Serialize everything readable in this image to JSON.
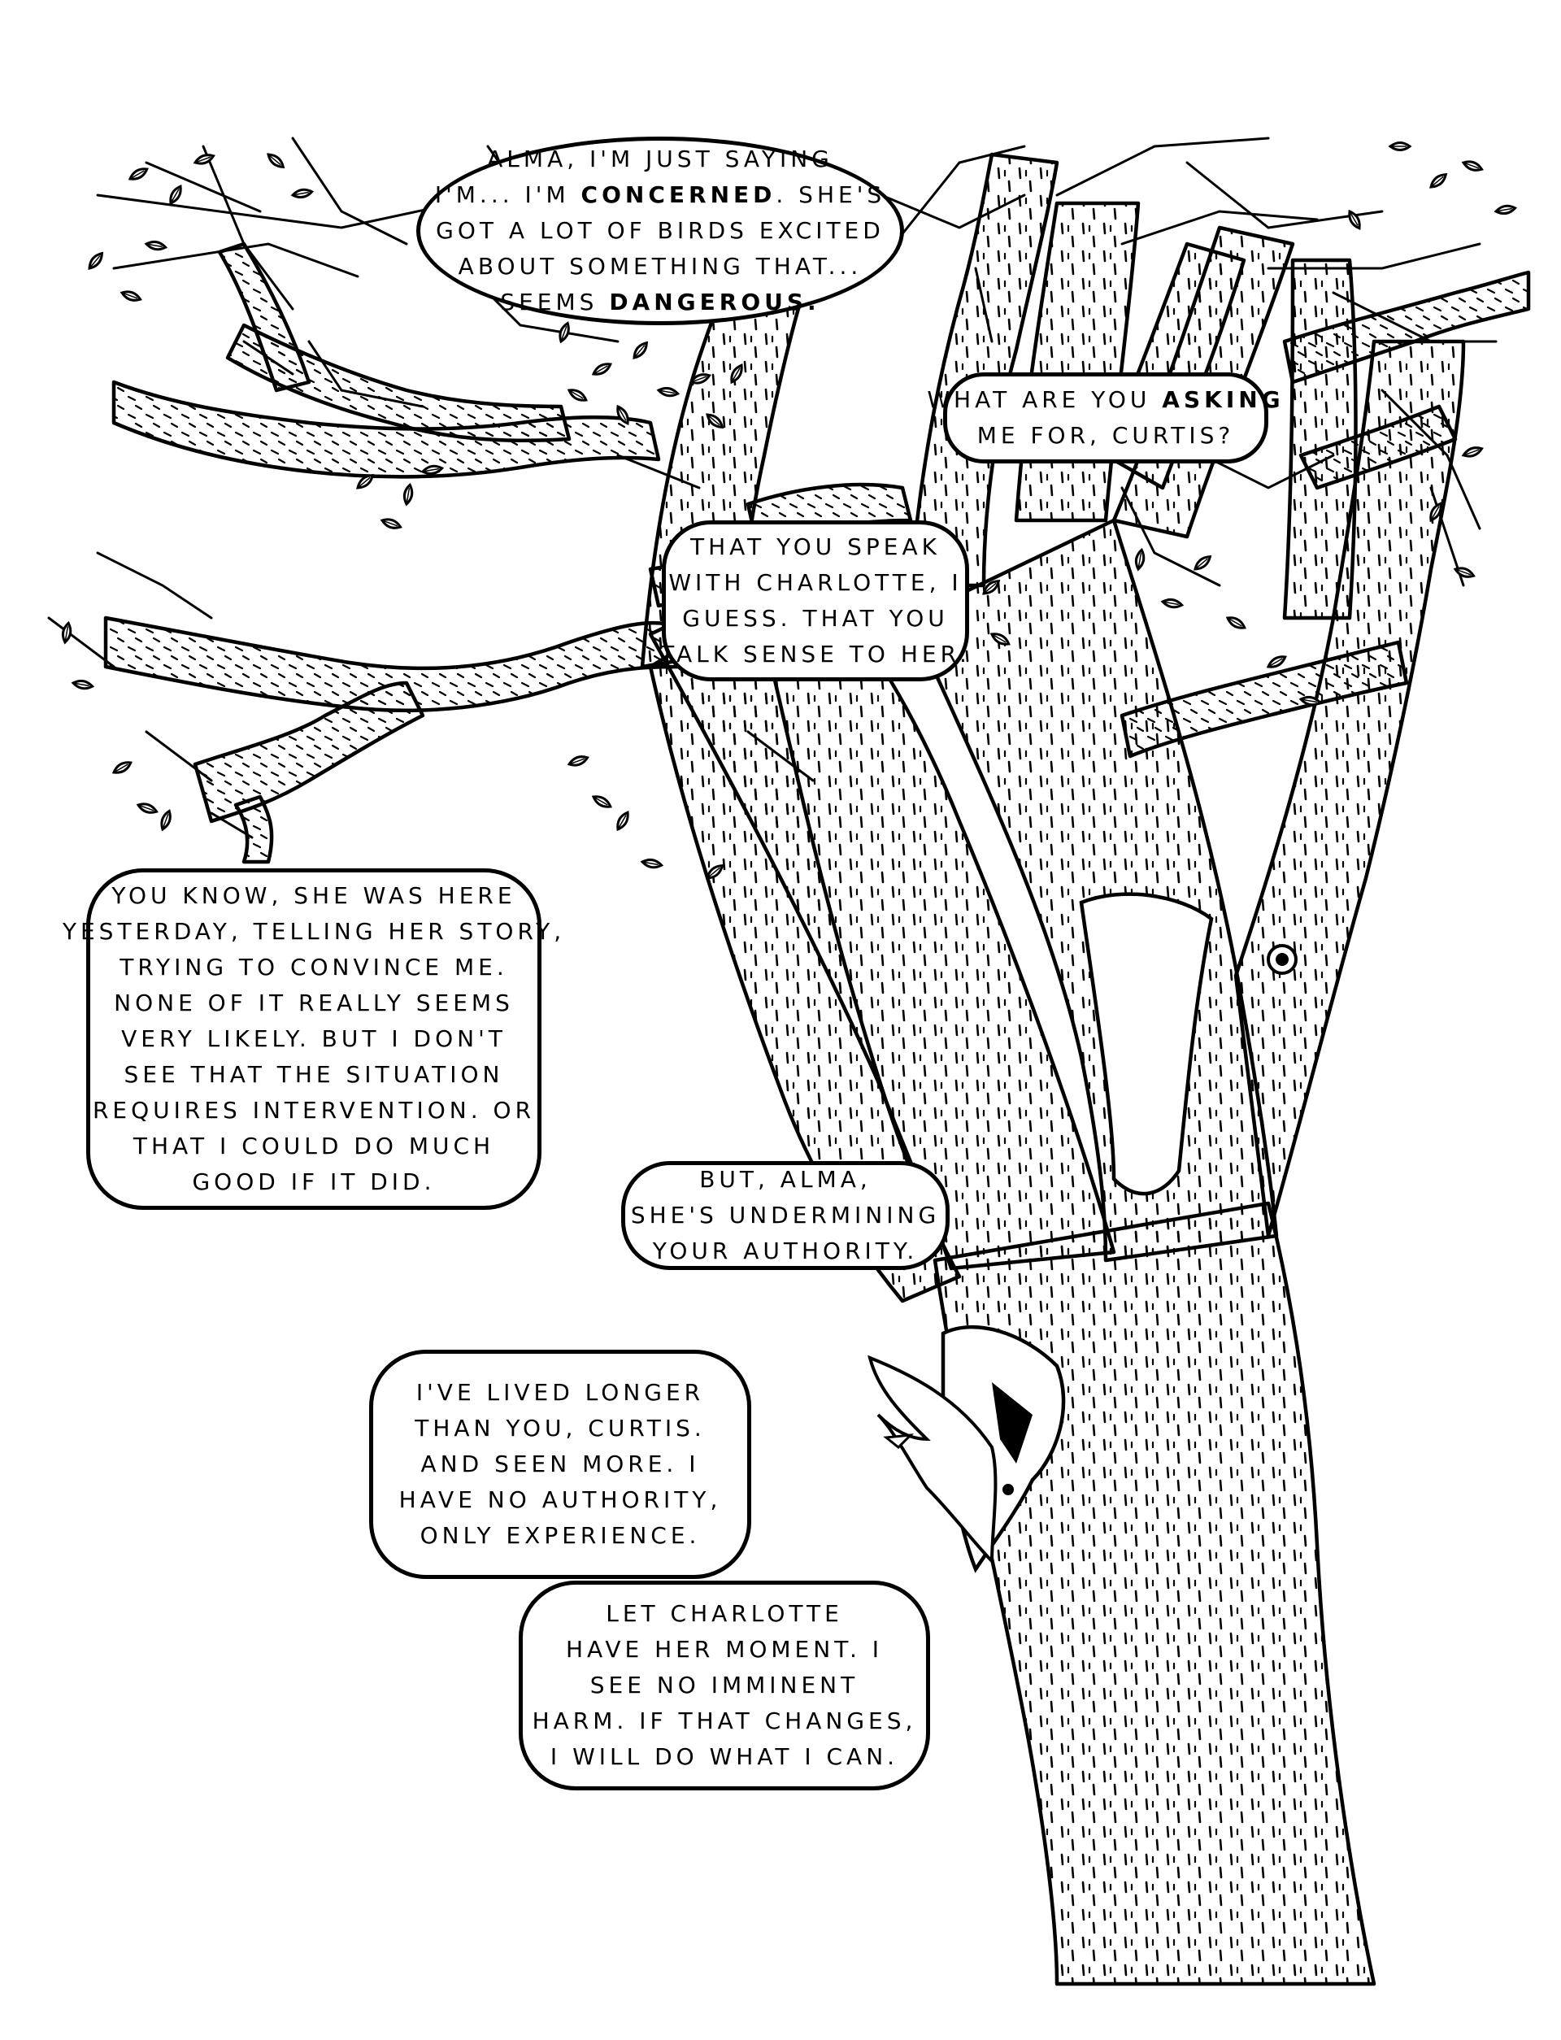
{
  "colors": {
    "ink": "#000000",
    "paper": "#ffffff"
  },
  "dialogue": [
    {
      "id": "b1",
      "lines": [
        [
          {
            "t": "Alma, I'm just saying"
          }
        ],
        [
          {
            "t": "I'm... I'm "
          },
          {
            "t": "concerned",
            "bold": true
          },
          {
            "t": ". She's"
          }
        ],
        [
          {
            "t": "got a lot of birds excited"
          }
        ],
        [
          {
            "t": "about something that..."
          }
        ],
        [
          {
            "t": "seems "
          },
          {
            "t": "dangerous.",
            "bold": true
          }
        ]
      ]
    },
    {
      "id": "b2",
      "lines": [
        [
          {
            "t": "What are you "
          },
          {
            "t": "asking",
            "bold": true
          }
        ],
        [
          {
            "t": "me for, Curtis?"
          }
        ]
      ]
    },
    {
      "id": "b3",
      "lines": [
        [
          {
            "t": "That you speak"
          }
        ],
        [
          {
            "t": "with Charlotte, I"
          }
        ],
        [
          {
            "t": "guess. That you"
          }
        ],
        [
          {
            "t": "talk sense to her."
          }
        ]
      ]
    },
    {
      "id": "b4",
      "lines": [
        [
          {
            "t": "You know, she was here"
          }
        ],
        [
          {
            "t": "yesterday, telling her story,"
          }
        ],
        [
          {
            "t": "trying to convince me."
          }
        ],
        [
          {
            "t": "None of it really seems"
          }
        ],
        [
          {
            "t": "very likely. But I don't"
          }
        ],
        [
          {
            "t": "see that the situation"
          }
        ],
        [
          {
            "t": "requires intervention. Or"
          }
        ],
        [
          {
            "t": "that I could do much"
          }
        ],
        [
          {
            "t": "good if it did."
          }
        ]
      ]
    },
    {
      "id": "b5",
      "lines": [
        [
          {
            "t": "But, Alma,"
          }
        ],
        [
          {
            "t": "she's undermining"
          }
        ],
        [
          {
            "t": "your authority."
          }
        ]
      ]
    },
    {
      "id": "b6",
      "lines": [
        [
          {
            "t": "I've lived longer"
          }
        ],
        [
          {
            "t": "than you, Curtis."
          }
        ],
        [
          {
            "t": "And seen more. I"
          }
        ],
        [
          {
            "t": "have no authority,"
          }
        ],
        [
          {
            "t": "only experience."
          }
        ]
      ]
    },
    {
      "id": "b7",
      "lines": [
        [
          {
            "t": "Let Charlotte"
          }
        ],
        [
          {
            "t": "have her moment. I"
          }
        ],
        [
          {
            "t": "see no imminent"
          }
        ],
        [
          {
            "t": "harm. If that changes,"
          }
        ],
        [
          {
            "t": "I will do what I can."
          }
        ]
      ]
    }
  ]
}
